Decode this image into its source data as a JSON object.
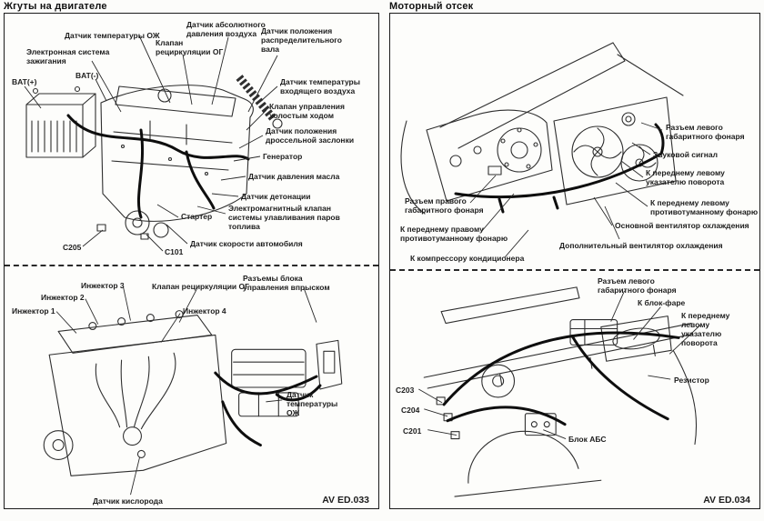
{
  "page": {
    "background": "#fcfcfa",
    "ink": "#1d1d1d"
  },
  "panels": [
    {
      "title": "Жгуты на двигателе",
      "figure_code": "AV ED.033",
      "sections": [
        {
          "labels": [
            "Датчик температуры ОЖ",
            "Электронная система\nзажигания",
            "BAT(+)",
            "BAT(-)",
            "Клапан\nрециркуляции ОГ",
            "Датчик абсолютного\nдавления воздуха",
            "Датчик положения\nраспределительного\nвала",
            "Датчик температуры\nвходящего воздуха",
            "Клапан управления\nхолостым ходом",
            "Датчик положения\nдроссельной заслонки",
            "Генератор",
            "Датчик давления масла",
            "Датчик детонации",
            "Электромагнитный клапан\nсистемы улавливания паров\nтоплива",
            "Стартер",
            "Датчик скорости автомобиля",
            "C205",
            "C101"
          ]
        },
        {
          "labels": [
            "Инжектор 1",
            "Инжектор 2",
            "Инжектор 3",
            "Клапан рециркуляции ОГ",
            "Инжектор 4",
            "Разъемы блока\nуправления впрыском",
            "Датчик\nтемпературы\nОЖ",
            "Датчик кислорода"
          ]
        }
      ]
    },
    {
      "title": "Моторный отсек",
      "figure_code": "AV ED.034",
      "sections": [
        {
          "labels": [
            "Разъем левого\nгабаритного фонаря",
            "Звуковой сигнал",
            "К переднему левому\nуказателю поворота",
            "К переднему левому\nпротивотуманному фонарю",
            "Основной вентилятор охлаждения",
            "Дополнительный вентилятор охлаждения",
            "Разъем правого\nгабаритного фонаря",
            "К переднему правому\nпротивотуманному фонарю",
            "К компрессору кондиционера"
          ]
        },
        {
          "labels": [
            "Разъем левого\nгабаритного фонаря",
            "К блок-фаре",
            "К переднему левому\nуказателю поворота",
            "Резистор",
            "C203",
            "C204",
            "C201",
            "Блок АБС"
          ]
        }
      ]
    }
  ]
}
